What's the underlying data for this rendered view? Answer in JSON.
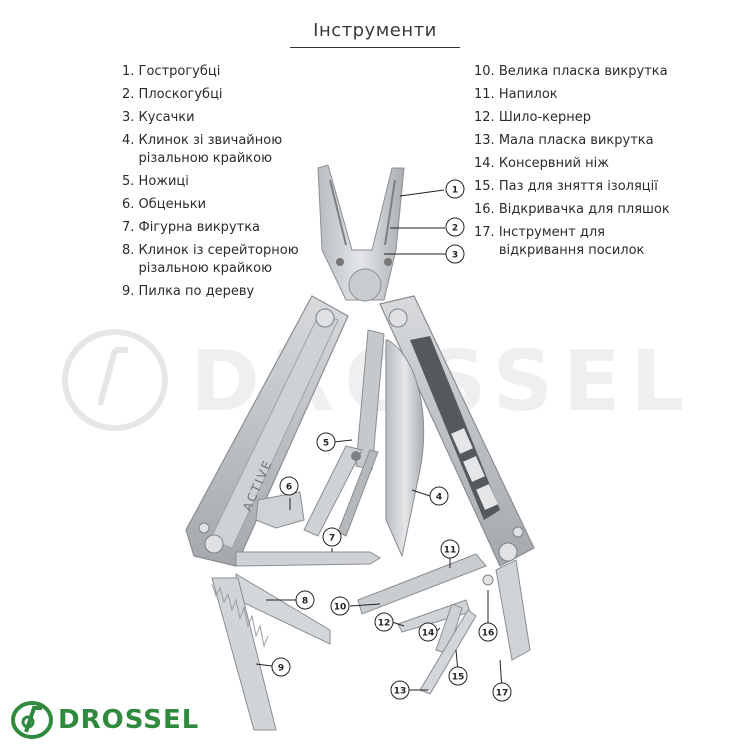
{
  "title": "Інструменти",
  "left_list": [
    {
      "num": "1.",
      "text": "Гострогубці"
    },
    {
      "num": "2.",
      "text": "Плоскогубці"
    },
    {
      "num": "3.",
      "text": "Кусачки"
    },
    {
      "num": "4.",
      "text": "Клинок зі звичайною різальною крайкою"
    },
    {
      "num": "5.",
      "text": "Ножиці"
    },
    {
      "num": "6.",
      "text": "Обценьки"
    },
    {
      "num": "7.",
      "text": "Фігурна викрутка"
    },
    {
      "num": "8.",
      "text": "Клинок із серейторною різальною крайкою"
    },
    {
      "num": "9.",
      "text": "Пилка по дереву"
    }
  ],
  "right_list": [
    {
      "num": "10.",
      "text": "Велика пласка викрутка"
    },
    {
      "num": "11.",
      "text": "Напилок"
    },
    {
      "num": "12.",
      "text": "Шило-кернер"
    },
    {
      "num": "13.",
      "text": "Мала пласка викрутка"
    },
    {
      "num": "14.",
      "text": "Консервний ніж"
    },
    {
      "num": "15.",
      "text": "Паз для зняття ізоляції"
    },
    {
      "num": "16.",
      "text": "Відкривачка для пляшок"
    },
    {
      "num": "17.",
      "text": "Інструмент для відкривання посилок"
    }
  ],
  "handle_engraving": "ACTIVE",
  "watermark_text": "DROSSEL",
  "brand": {
    "name": "DROSSEL",
    "color": "#2f8a3d"
  },
  "callouts": [
    "1",
    "2",
    "3",
    "4",
    "5",
    "6",
    "7",
    "8",
    "9",
    "10",
    "11",
    "12",
    "13",
    "14",
    "15",
    "16",
    "17"
  ]
}
